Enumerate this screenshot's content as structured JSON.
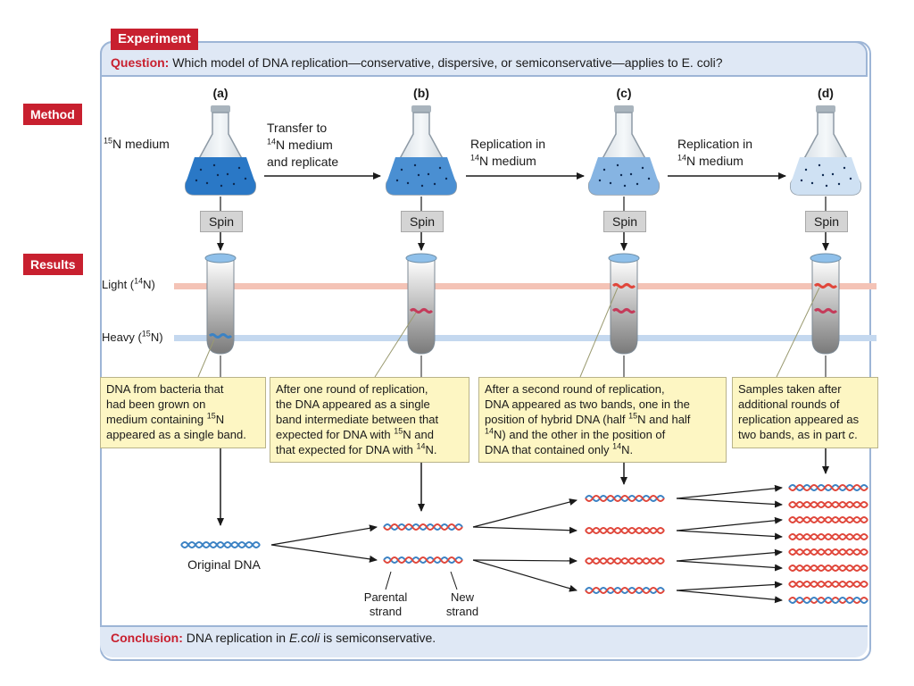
{
  "header": {
    "tag": "Experiment",
    "question_label": "Question:",
    "question_text": "Which model of DNA replication—conservative, dispersive, or semiconservative—applies to E. coli?"
  },
  "sections": {
    "method": "Method",
    "results": "Results"
  },
  "parts": [
    "(a)",
    "(b)",
    "(c)",
    "(d)"
  ],
  "medium_label": {
    "sup": "15",
    "text": "N medium"
  },
  "transfers": [
    {
      "line1": "Transfer to",
      "sup": "14",
      "line2": "N medium",
      "line3": "and replicate"
    },
    {
      "line1": "Replication in",
      "sup": "14",
      "line2": "N medium"
    },
    {
      "line1": "Replication in",
      "sup": "14",
      "line2": "N medium"
    }
  ],
  "spin_label": "Spin",
  "density": {
    "light": {
      "pre": "Light (",
      "sup": "14",
      "post": "N)"
    },
    "heavy": {
      "pre": "Heavy (",
      "sup": "15",
      "post": "N)"
    }
  },
  "callouts": [
    {
      "l1": "DNA from bacteria that",
      "l2": "had been grown on",
      "l3a": "medium containing ",
      "sup": "15",
      "l3b": "N",
      "l4": "appeared as a single band."
    },
    {
      "l1": "After one round of replication,",
      "l2": "the DNA appeared as a single",
      "l3": "band intermediate between that",
      "l4a": "expected for DNA with ",
      "sup1": "15",
      "l4b": "N and",
      "l5a": "that expected for DNA with ",
      "sup2": "14",
      "l5b": "N."
    },
    {
      "l1": "After a second round of replication,",
      "l2": "DNA appeared as two bands, one in the",
      "l3a": "position of hybrid DNA (half ",
      "sup1": "15",
      "l3b": "N and half",
      "l4a": "",
      "sup2": "14",
      "l4b": "N) and the other in the position of",
      "l5a": "DNA that contained only ",
      "sup3": "14",
      "l5b": "N."
    },
    {
      "l1": "Samples taken after",
      "l2": "additional rounds of",
      "l3": "replication appeared as",
      "l4a": "two bands, as in part ",
      "l4b": "c",
      "l4c": "."
    }
  ],
  "dna_labels": {
    "original": "Original DNA",
    "parental": "Parental strand",
    "new": "New strand"
  },
  "conclusion": {
    "label": "Conclusion:",
    "text_pre": "DNA replication in ",
    "text_em": "E.coli",
    "text_post": " is semiconservative."
  },
  "colors": {
    "tag_red": "#c8202f",
    "frame_blue": "#9db5d6",
    "callout_yellow": "#fdf6c3",
    "heavy_dna": "#3b82c4",
    "light_dna": "#e0473b",
    "light_line": "#f4c3b6",
    "heavy_line": "#c4d8ef"
  }
}
